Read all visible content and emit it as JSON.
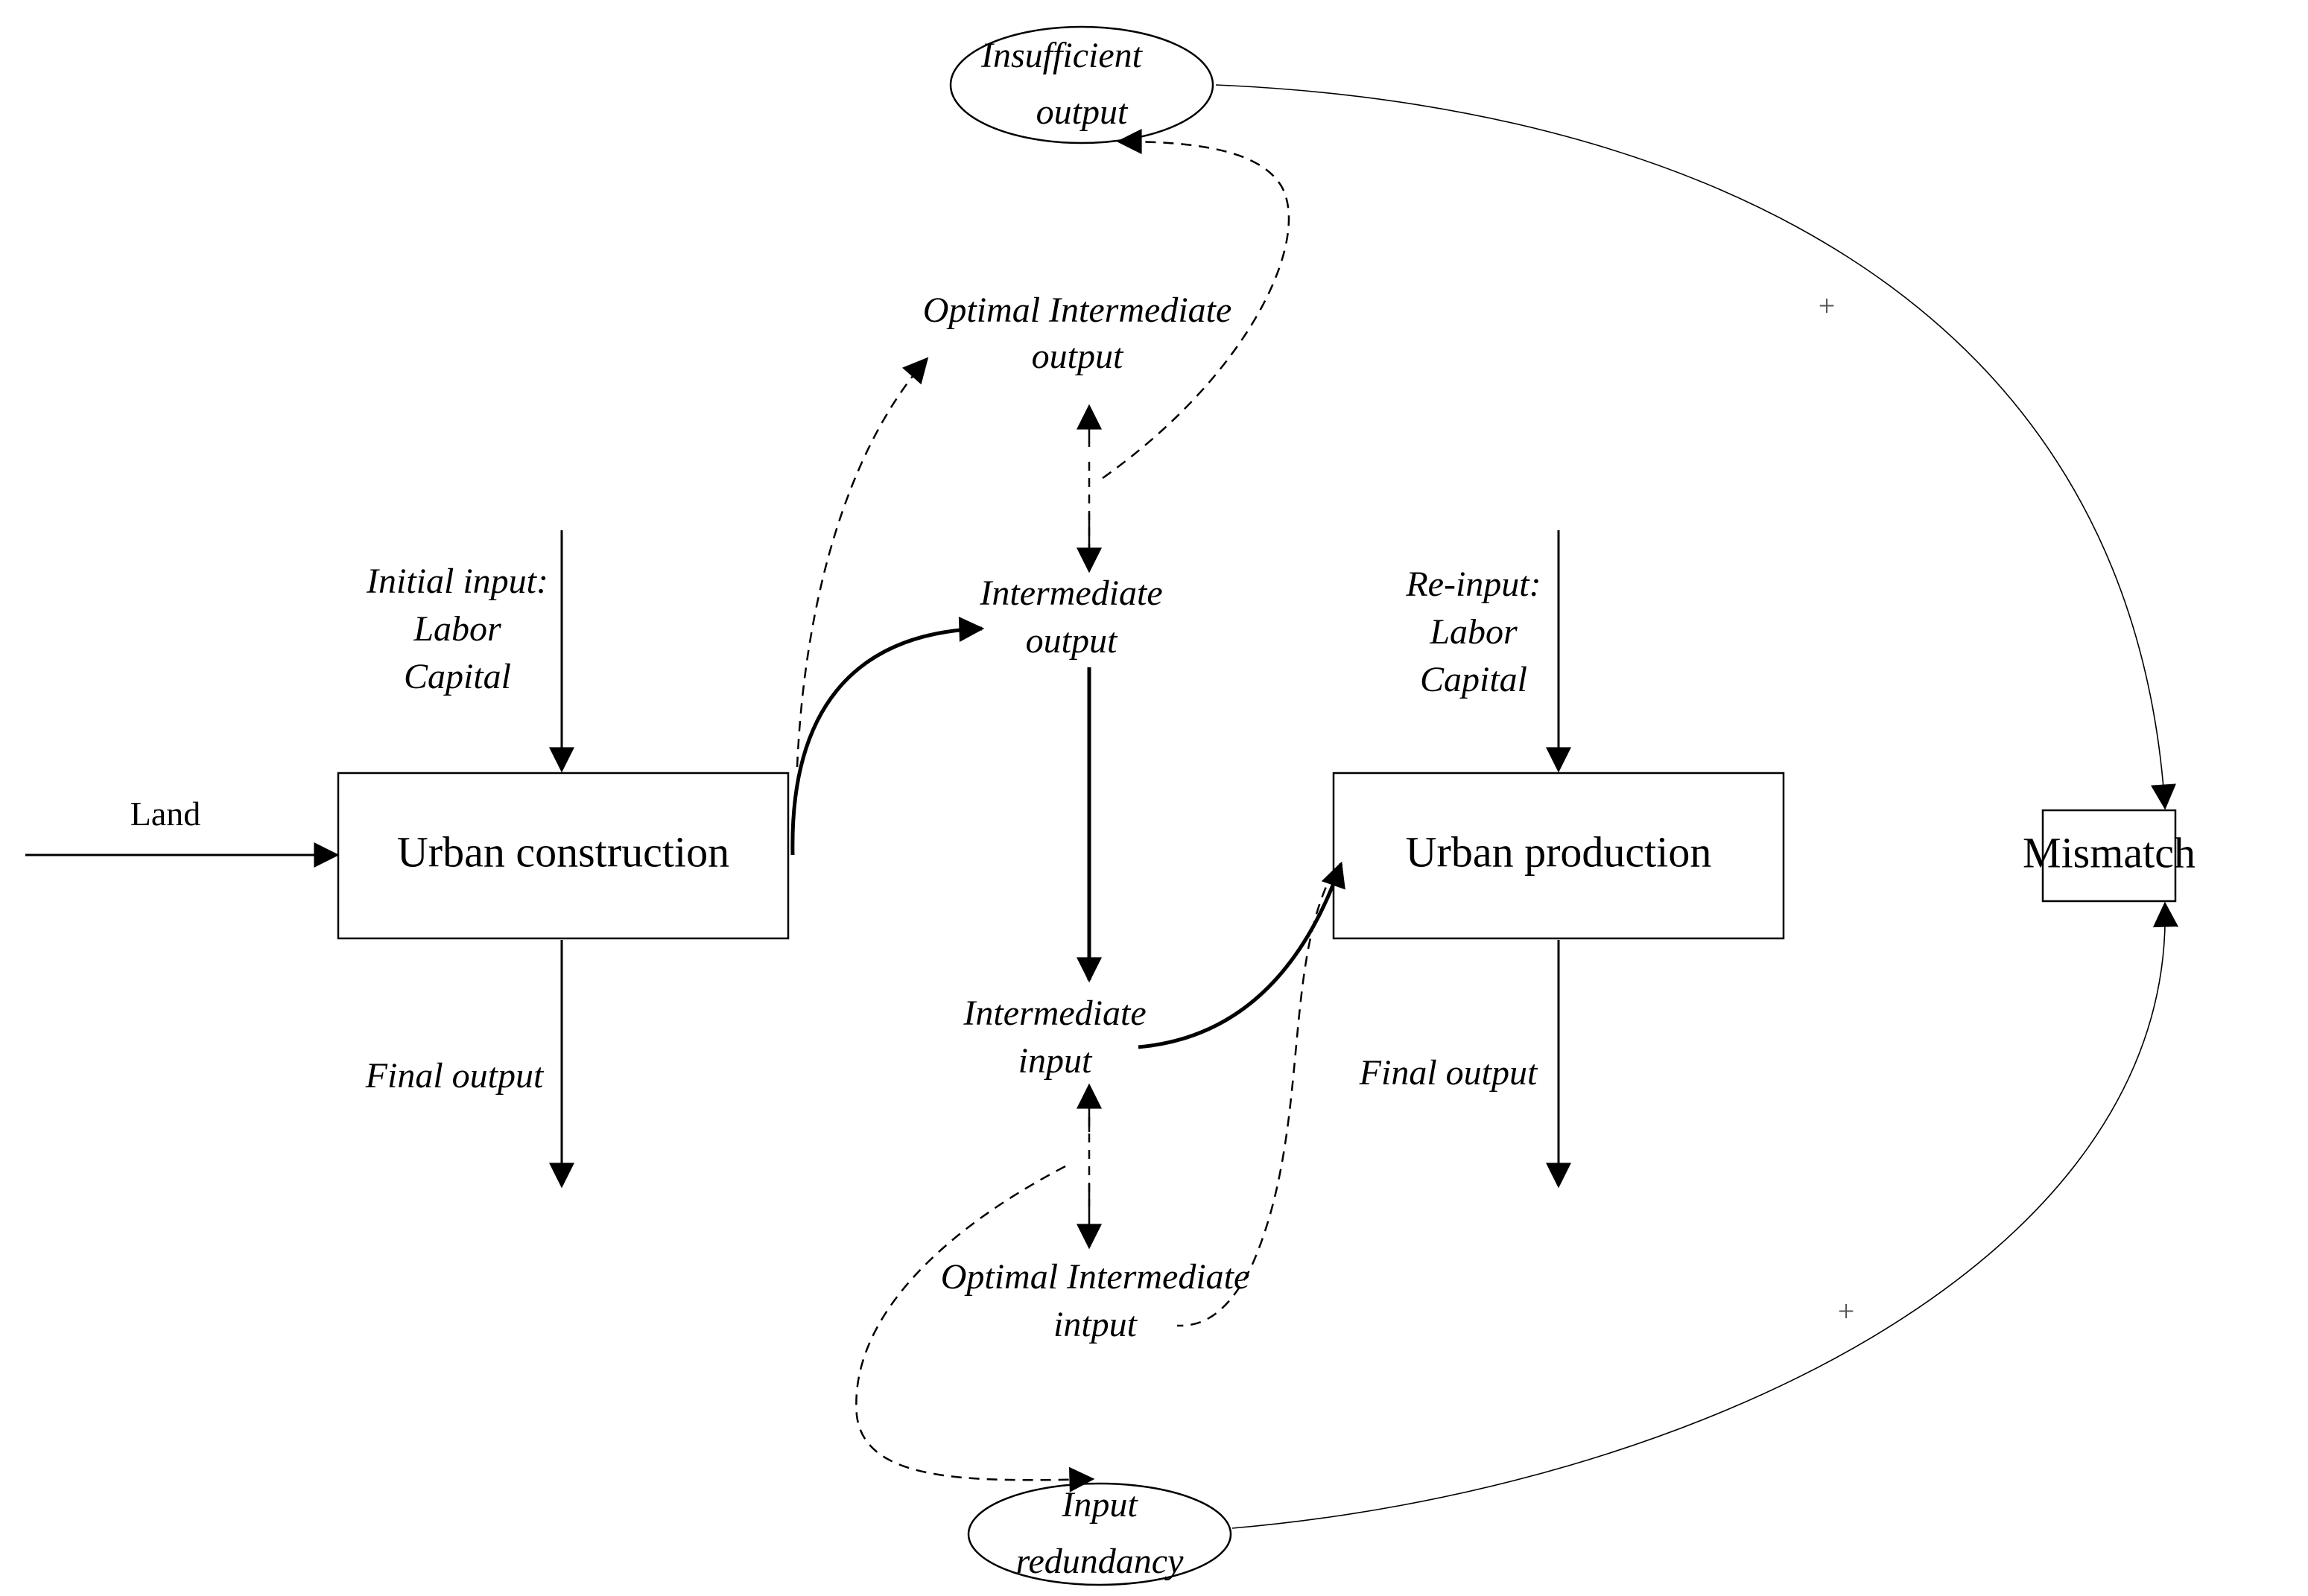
{
  "nodes": {
    "urban_construction": "Urban construction",
    "urban_production": "Urban production",
    "mismatch": "Mismatch",
    "insufficient_output": [
      "Insufficient",
      "output"
    ],
    "input_redundancy": [
      "Input",
      "redundancy"
    ]
  },
  "labels": {
    "land": "Land",
    "initial_input": [
      "Initial input:",
      "Labor",
      "Capital"
    ],
    "re_input": [
      "Re-input:",
      "Labor",
      "Capital"
    ],
    "final_output_left": "Final output",
    "final_output_right": "Final output",
    "optimal_intermediate_output": [
      "Optimal Intermediate",
      "output"
    ],
    "intermediate_output": [
      "Intermediate",
      "output"
    ],
    "intermediate_input": [
      "Intermediate",
      "input"
    ],
    "optimal_intermediate_input": [
      "Optimal Intermediate",
      "intput"
    ]
  },
  "signs": {
    "upper_link": "+",
    "lower_link": "+"
  }
}
